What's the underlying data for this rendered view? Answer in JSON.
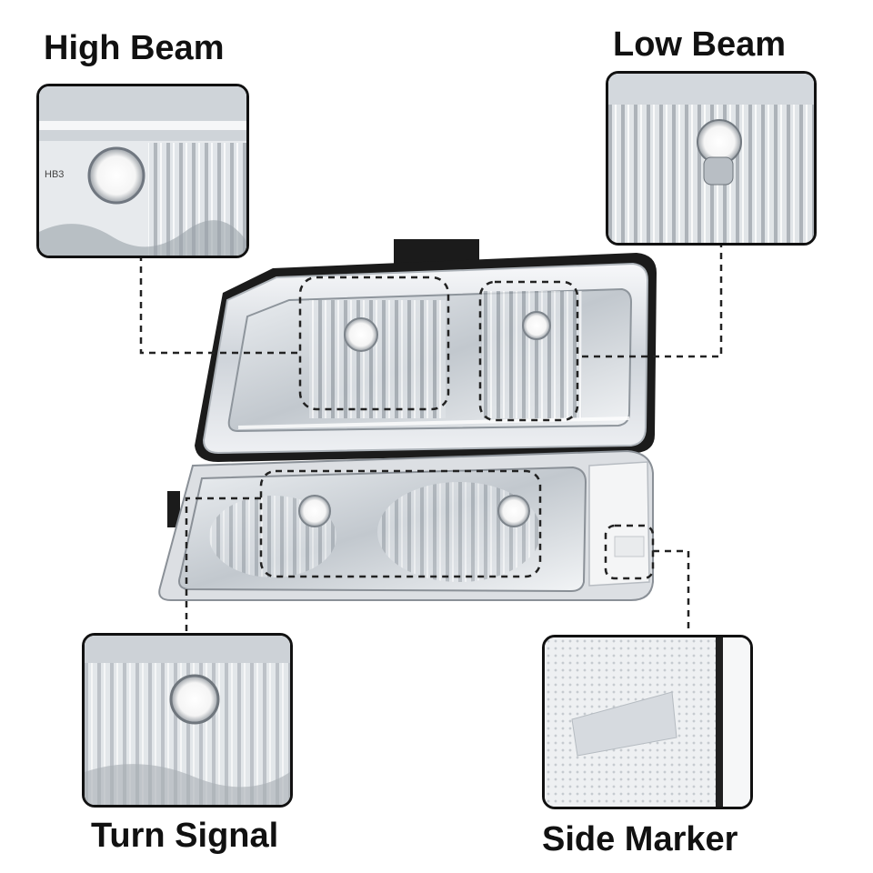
{
  "callouts": {
    "high_beam": "High Beam",
    "low_beam": "Low Beam",
    "turn_signal": "Turn Signal",
    "side_marker": "Side Marker"
  },
  "inset_text": {
    "bulb_code": "HB3"
  },
  "colors": {
    "label_text": "#111111",
    "chrome": "#d9dde2",
    "housing_black": "#1b1b1b",
    "dashed_line": "#222222"
  }
}
